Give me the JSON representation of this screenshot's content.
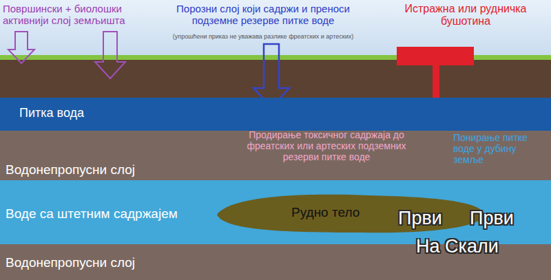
{
  "diagram": {
    "nodes": [
      {
        "text": [
          "Питка вода"
        ]
      },
      {
        "text": [
          "Водонепропусни слој"
        ]
      },
      {
        "text": [
          "Воде са штетним садржајем"
        ]
      },
      {
        "text": [
          "Рудно тело"
        ],
        "in": 2
      },
      {
        "text": [
          "Водонепропусни слој"
        ]
      }
    ],
    "labels": [
      "Површински + биолошки активнији слој земљишта",
      "Порозни слој који садржи и преноси подземне резерве питке воде",
      "(упрошћени приказ не уважава разлике фреатских и артеских)",
      "Истражна или рудничка бушотина",
      "Продирање токсичног садржаја до фреатских или артеских подземних резерви питке воде",
      "Понирање питке воде у дубину земље",
      "Први",
      "Први",
      "На Скали"
    ]
  }
}
